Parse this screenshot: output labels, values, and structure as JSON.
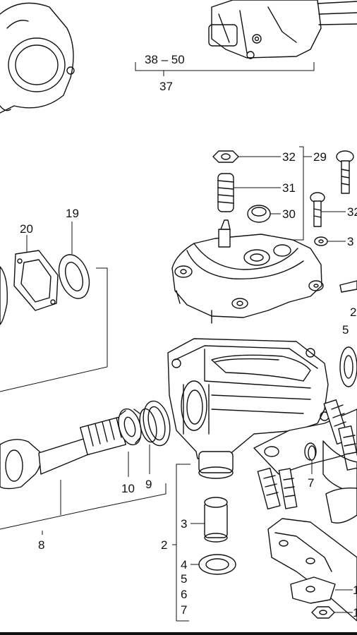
{
  "labels": {
    "l37": "37",
    "l38_50": "38 – 50",
    "l29": "29",
    "l32a": "32",
    "l31": "31",
    "l30": "30",
    "l32b": "32",
    "l32c": "3",
    "l20": "20",
    "l19": "19",
    "l2r": "2",
    "l5r": "5",
    "l10": "10",
    "l9": "9",
    "l8": "8",
    "l7": "7",
    "l3": "3",
    "l2": "2",
    "l4": "4",
    "l5": "5",
    "l6": "6",
    "l7b": "7",
    "l1a": "1",
    "l1b": "1"
  },
  "colors": {
    "ink": "#111111",
    "paper": "#ffffff"
  }
}
